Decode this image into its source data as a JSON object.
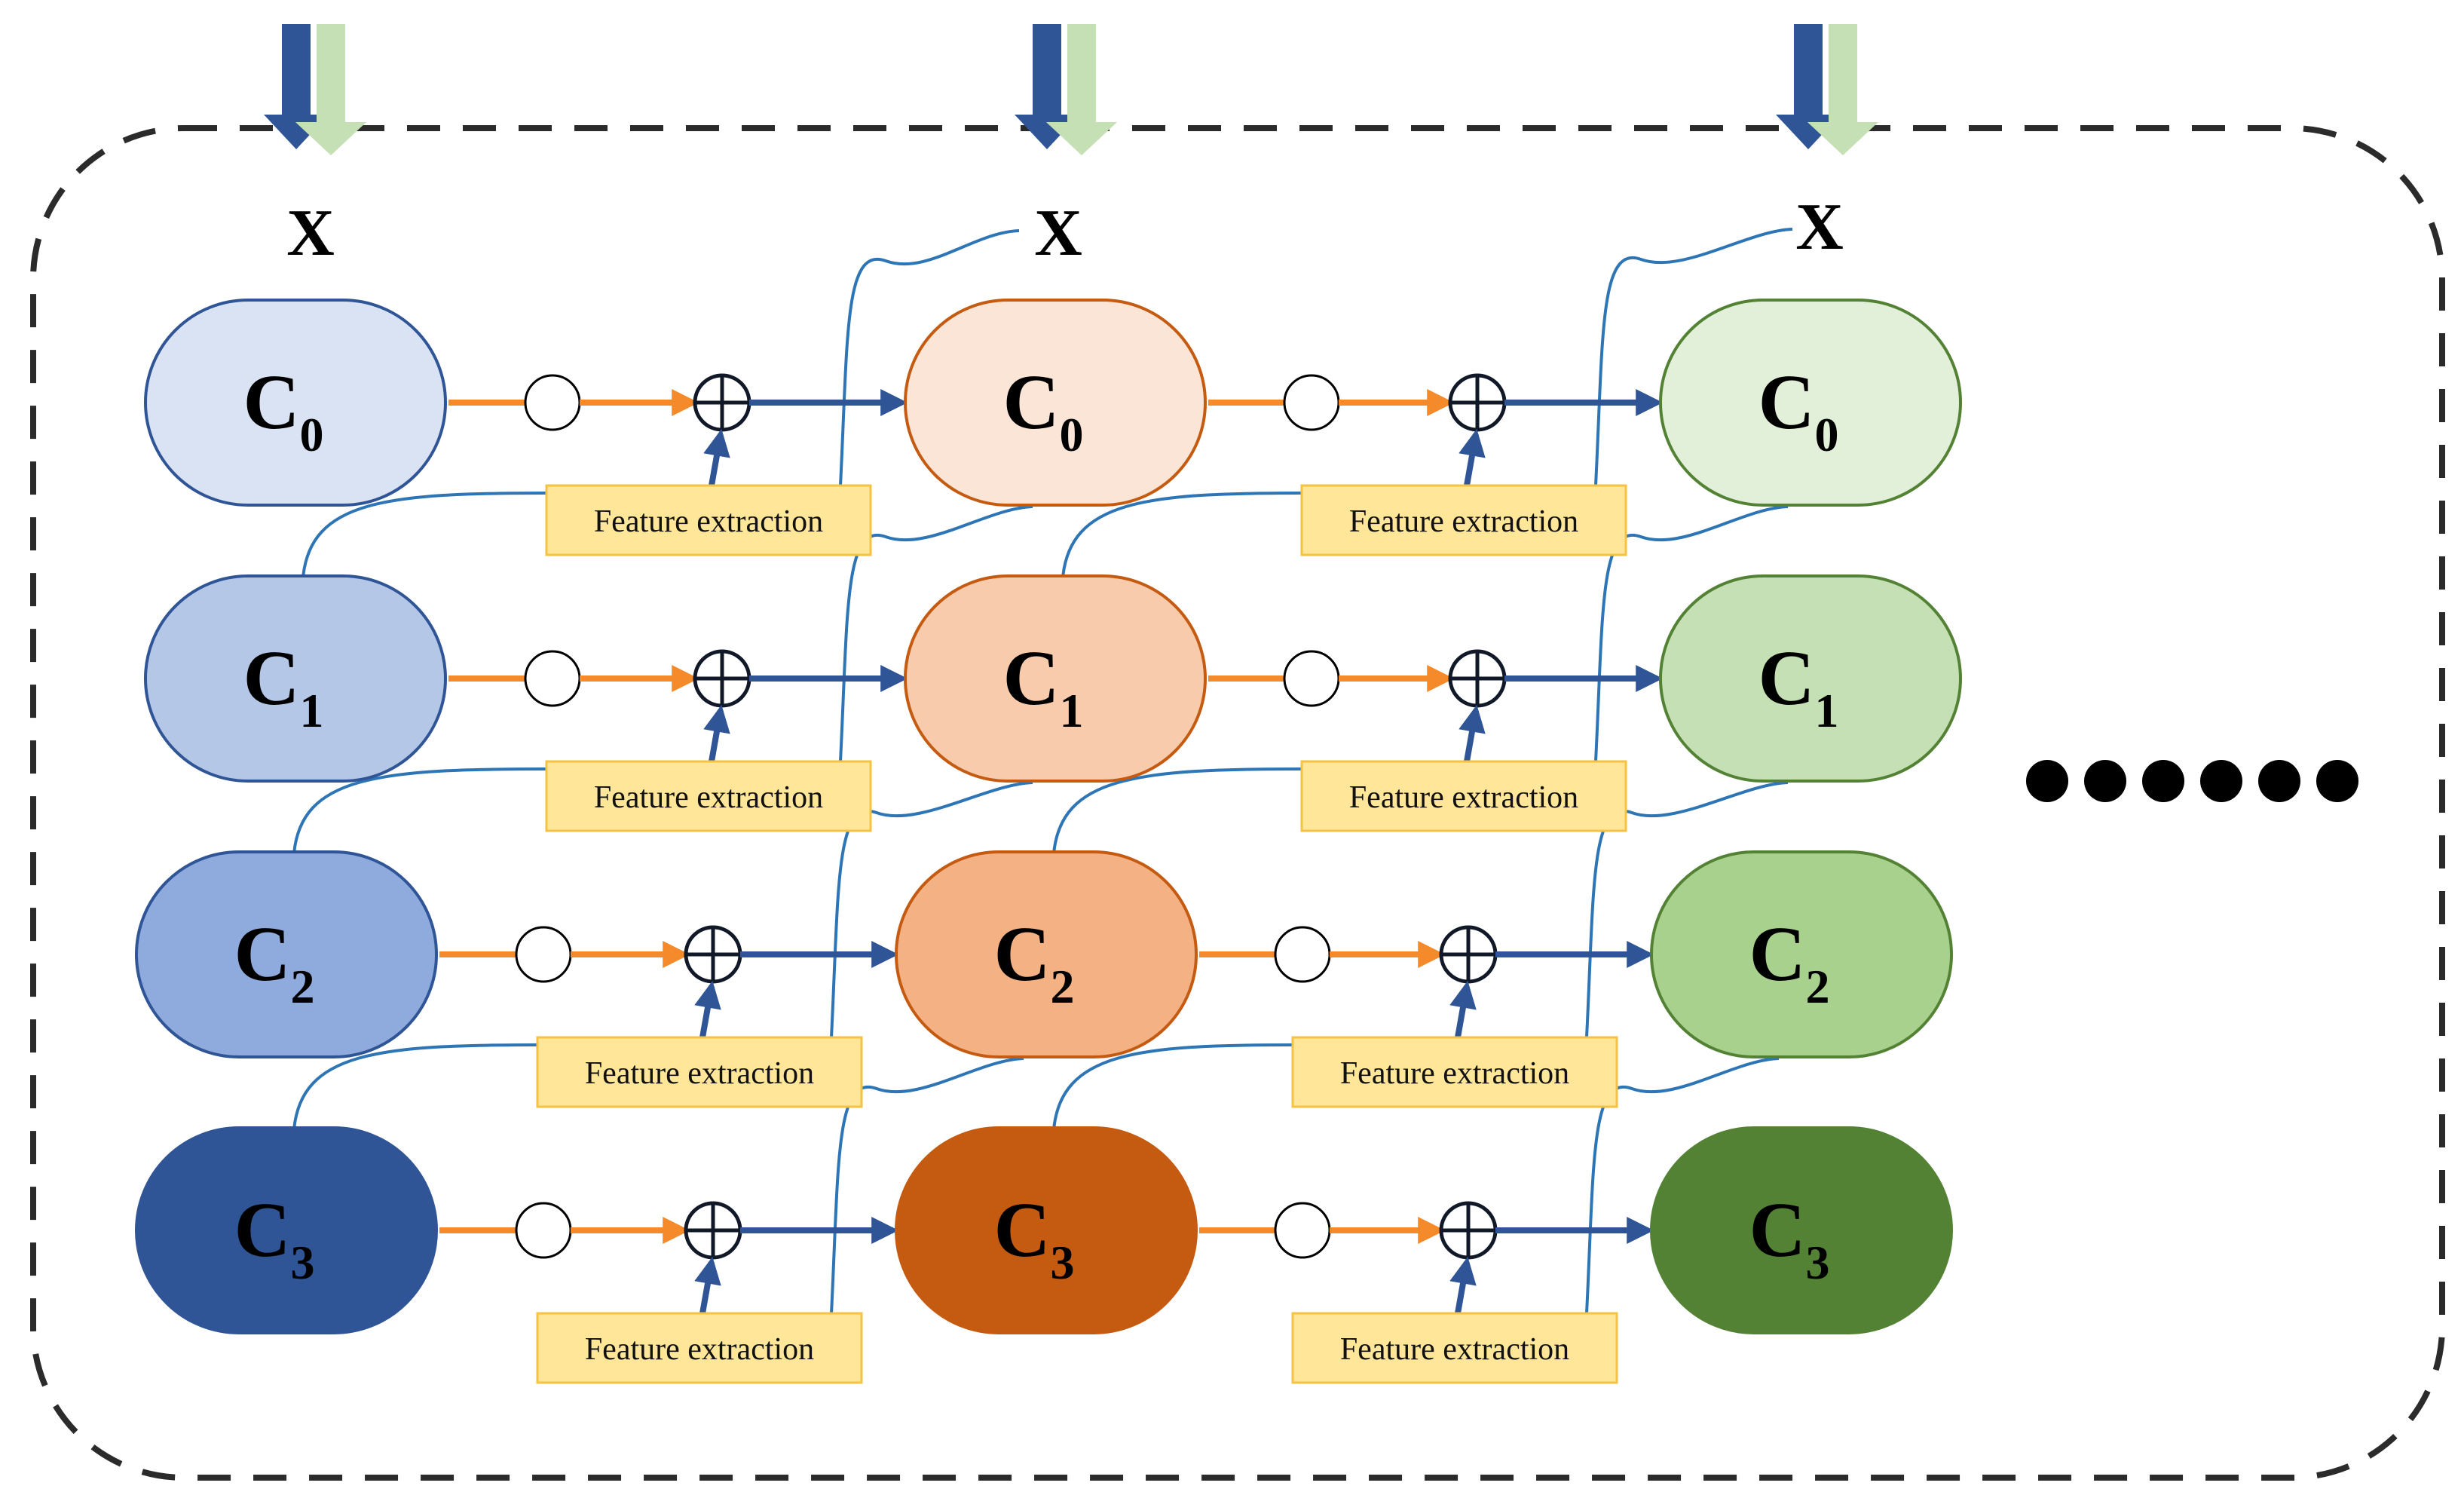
{
  "diagram": {
    "input_label": "X",
    "feature_label": "Feature extraction",
    "ellipsis_dots": 6,
    "node_letter": "C",
    "rows": [
      {
        "subscript": "0"
      },
      {
        "subscript": "1"
      },
      {
        "subscript": "2"
      },
      {
        "subscript": "3"
      }
    ],
    "columns": [
      {
        "fills": [
          "#dae3f3",
          "#b4c7e7",
          "#8faadc",
          "#2f5597"
        ],
        "stroke": "#2f5597",
        "text": [
          "#000000",
          "#000000",
          "#000000",
          "#000000"
        ]
      },
      {
        "fills": [
          "#fbe5d6",
          "#f8cbad",
          "#f4b183",
          "#c55a11"
        ],
        "stroke": "#c55a11",
        "text": [
          "#000000",
          "#000000",
          "#000000",
          "#000000"
        ]
      },
      {
        "fills": [
          "#e2f0d9",
          "#c5e0b4",
          "#a9d18e",
          "#548235"
        ],
        "stroke": "#548235",
        "text": [
          "#000000",
          "#000000",
          "#000000",
          "#000000"
        ]
      }
    ],
    "colors": {
      "orange_arrow": "#f58a2a",
      "blue_arrow": "#2f5597",
      "curve": "#2e75b6",
      "feature_fill": "#ffe699",
      "feature_stroke": "#f5c242",
      "input_dark": "#2f5597",
      "input_light": "#c5e0b4",
      "frame": "#2b2b2b"
    }
  }
}
